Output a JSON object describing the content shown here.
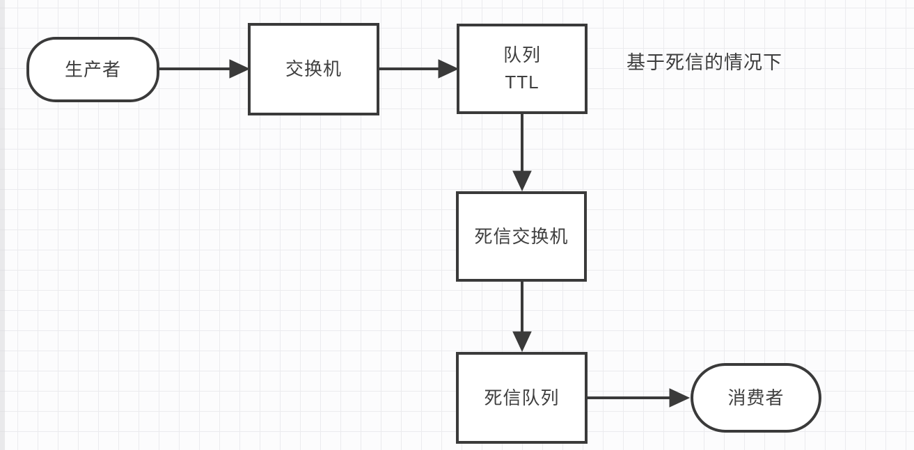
{
  "annotation": {
    "text": "基于死信的情况下"
  },
  "nodes": {
    "producer": {
      "label": "生产者",
      "shape": "stadium"
    },
    "exchange": {
      "label": "交换机",
      "shape": "rect"
    },
    "ttl_queue": {
      "label": "队列\nTTL",
      "shape": "rect"
    },
    "dead_letter_exchange": {
      "label": "死信交换机",
      "shape": "rect"
    },
    "dead_letter_queue": {
      "label": "死信队列",
      "shape": "rect"
    },
    "consumer": {
      "label": "消费者",
      "shape": "stadium"
    }
  },
  "edges": [
    {
      "from": "producer",
      "to": "exchange",
      "direction": "right"
    },
    {
      "from": "exchange",
      "to": "ttl_queue",
      "direction": "right"
    },
    {
      "from": "ttl_queue",
      "to": "dead_letter_exchange",
      "direction": "down"
    },
    {
      "from": "dead_letter_exchange",
      "to": "dead_letter_queue",
      "direction": "down"
    },
    {
      "from": "dead_letter_queue",
      "to": "consumer",
      "direction": "right"
    }
  ],
  "colors": {
    "stroke": "#3a3a3a",
    "text": "#3f3f3f",
    "grid_line": "#ebebee",
    "canvas_background": "#fcfcfd",
    "node_fill": "#ffffff"
  }
}
